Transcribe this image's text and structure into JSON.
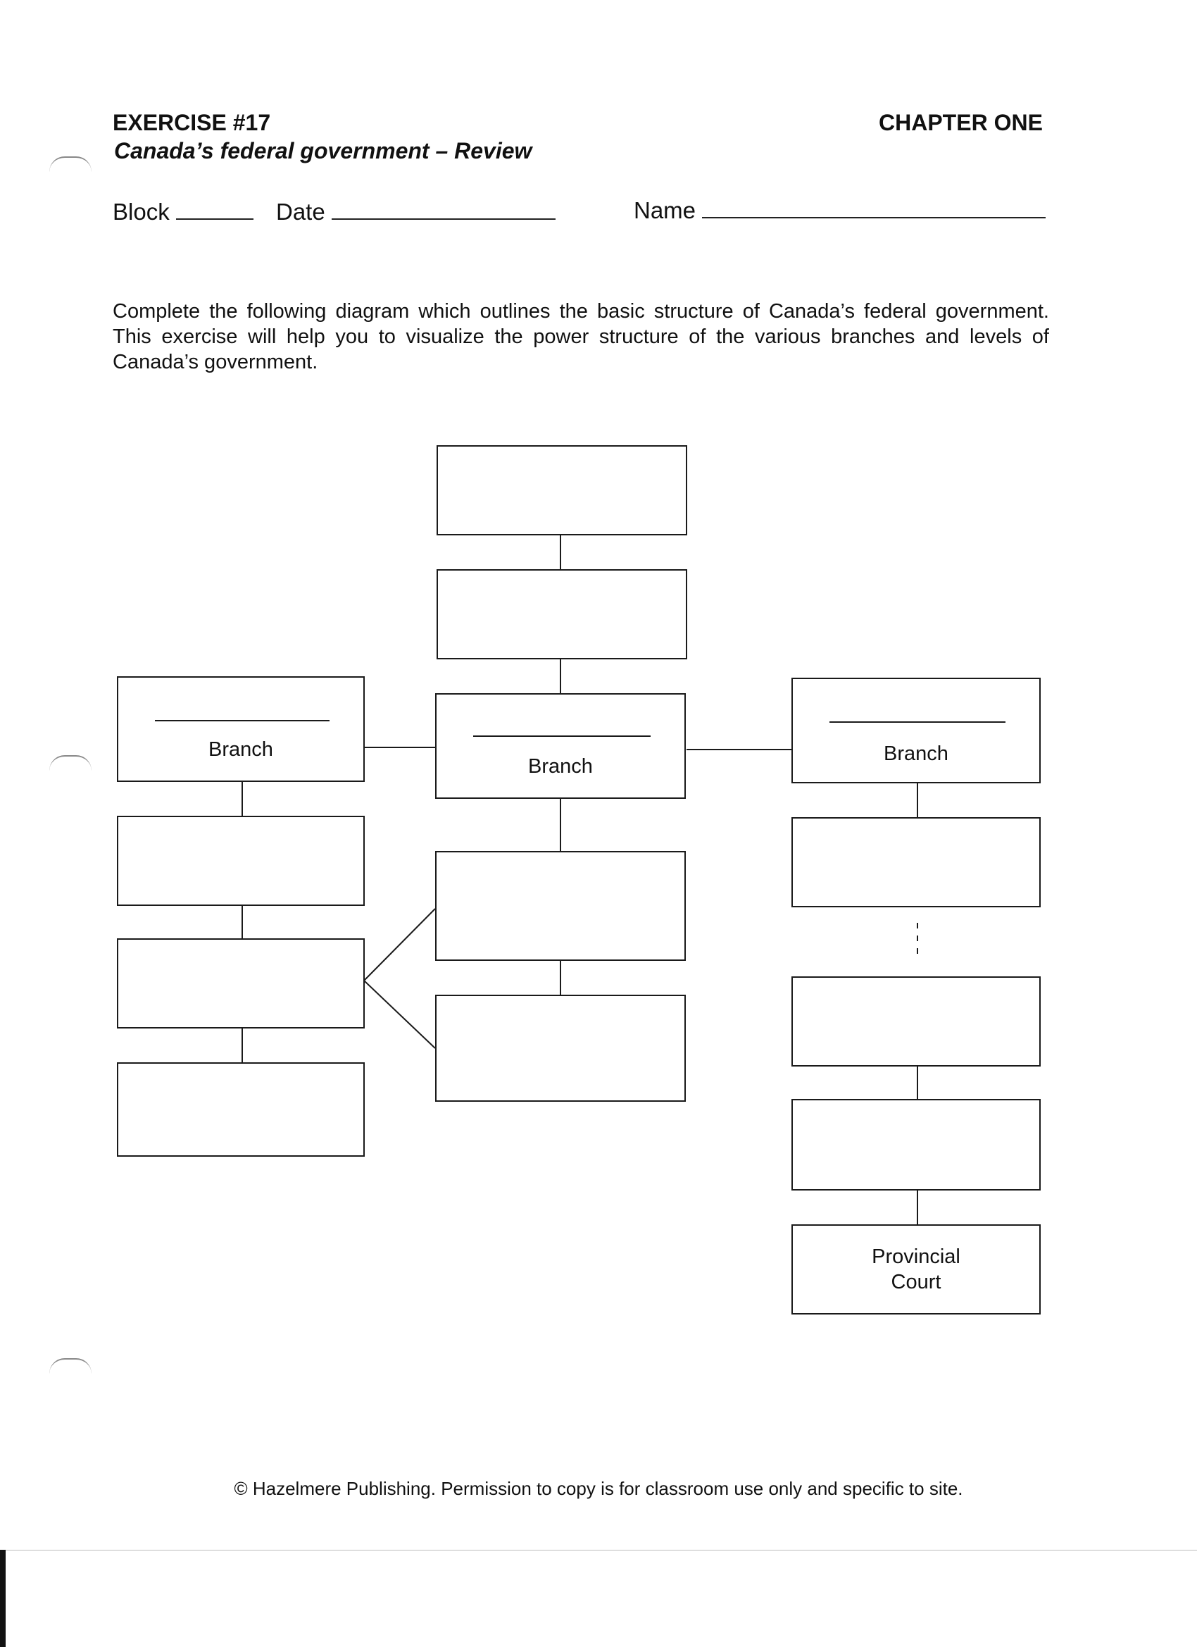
{
  "header": {
    "exercise": "EXERCISE #17",
    "subtitle": "Canada’s federal government – Review",
    "chapter": "CHAPTER ONE"
  },
  "fields": {
    "block_label": "Block",
    "date_label": "Date",
    "name_label": "Name"
  },
  "intro": "Complete the following diagram which outlines the basic structure of Canada’s federal government. This exercise will help you to visualize the power structure of the various branches and levels of Canada’s government.",
  "diagram": {
    "left_branch_label": "Branch",
    "center_branch_label": "Branch",
    "right_branch_label": "Branch",
    "provincial_court_line1": "Provincial",
    "provincial_court_line2": "Court"
  },
  "footer": "© Hazelmere Publishing.  Permission to copy is for classroom use only and specific to site."
}
